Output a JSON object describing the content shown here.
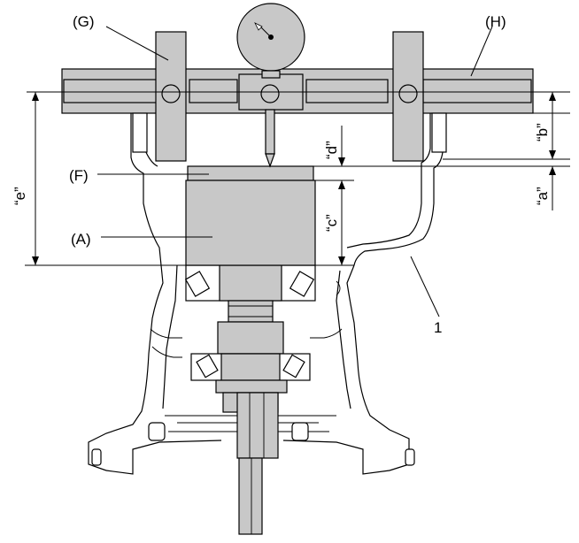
{
  "labels": {
    "G": "(G)",
    "H": "(H)",
    "F": "(F)",
    "A": "(A)",
    "part1": "1"
  },
  "dimensions": {
    "a": "“a”",
    "b": "“b”",
    "c": "“c”",
    "d": "“d”",
    "e": "“e”"
  },
  "colors": {
    "part_fill": "#c8c8c8",
    "line": "#000000"
  }
}
